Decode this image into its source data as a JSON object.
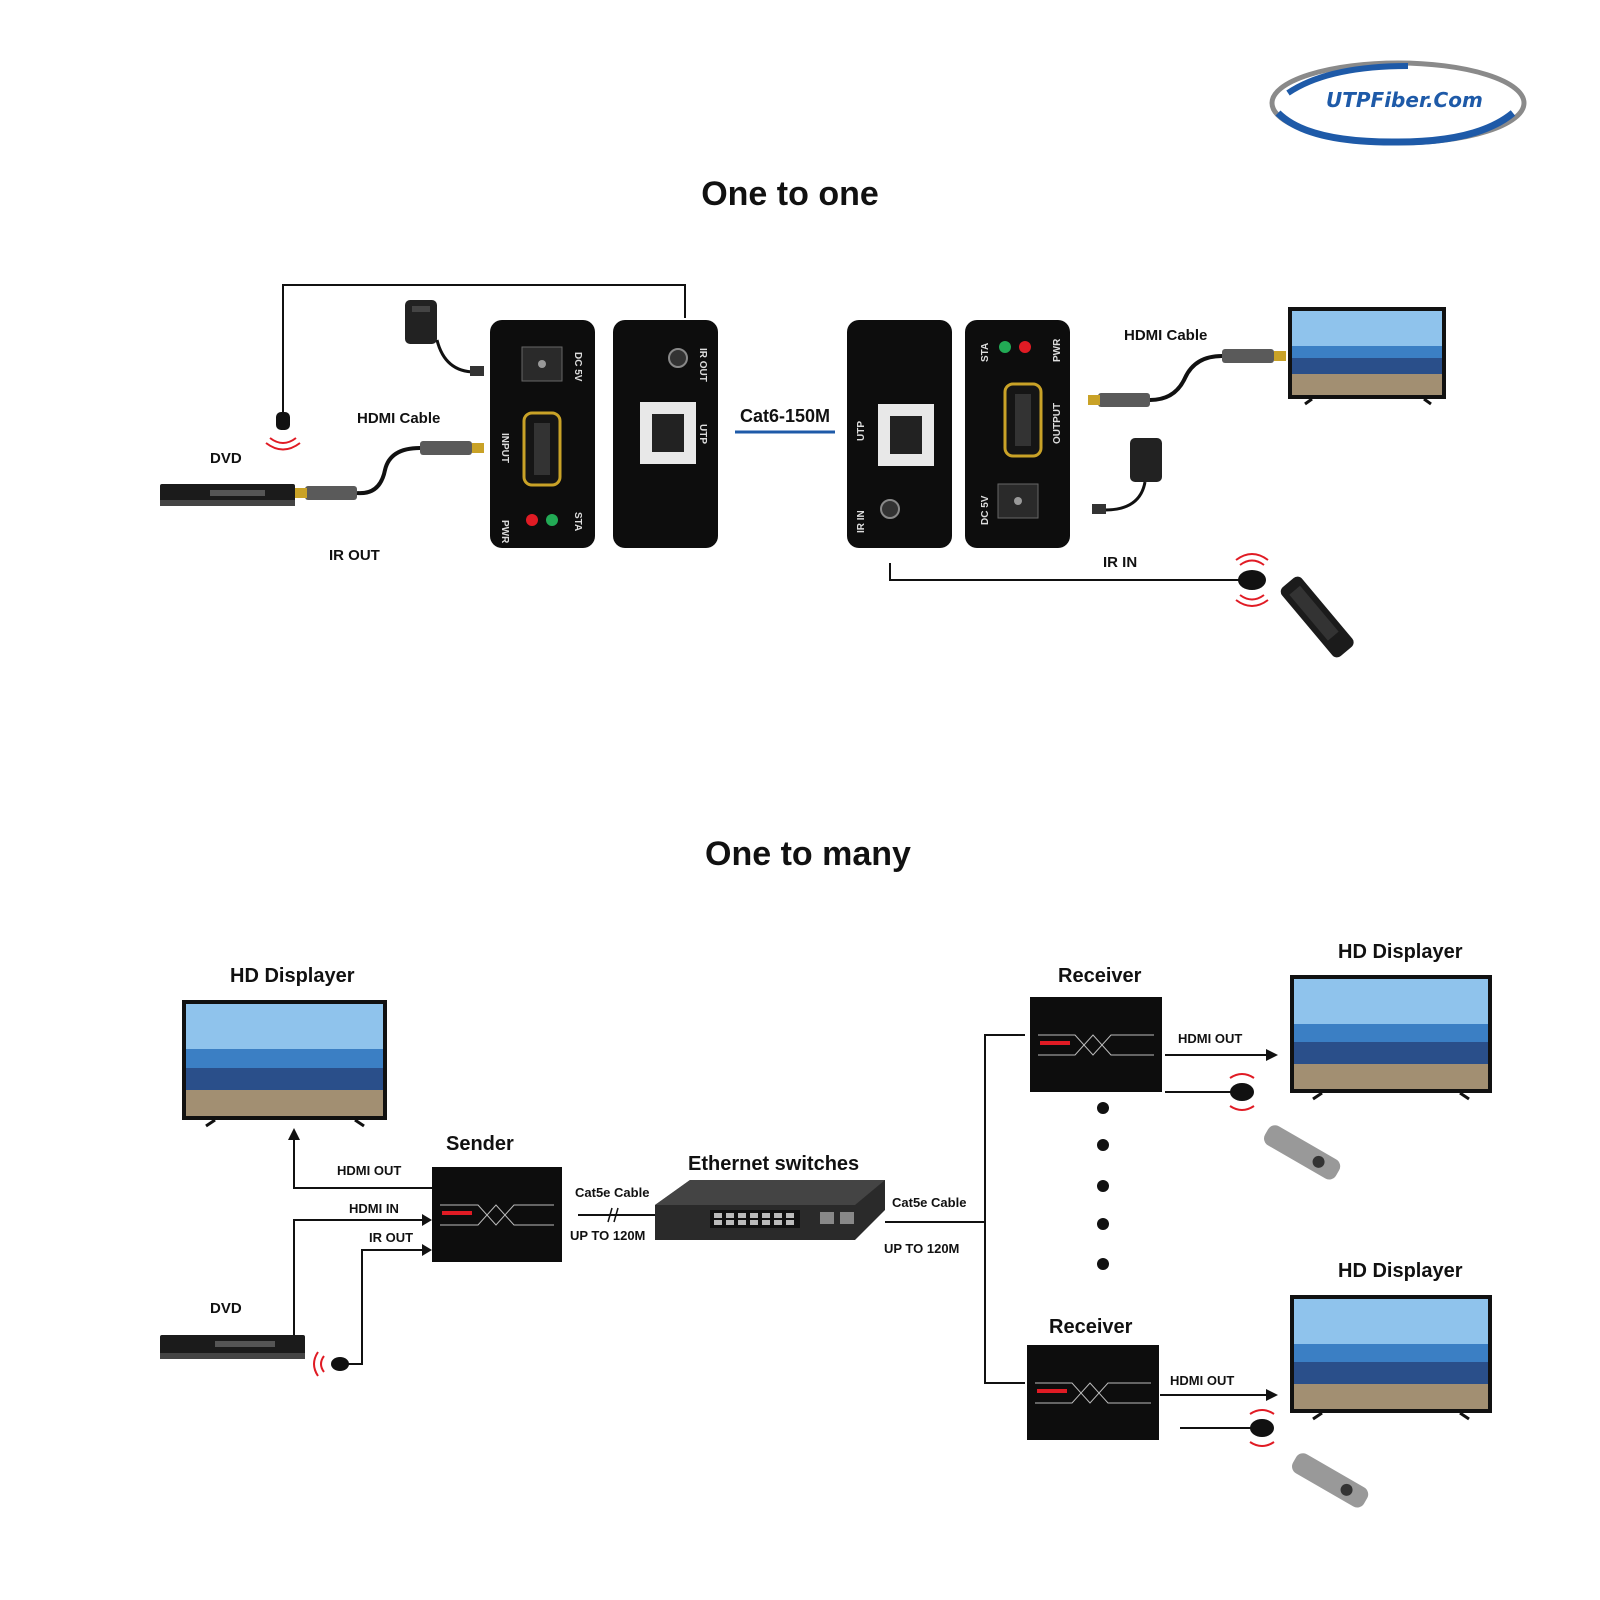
{
  "logo": {
    "text": "UTPFiber.Com"
  },
  "section1": {
    "title": "One to one",
    "dvd_label": "DVD",
    "hdmi_cable_left": "HDMI Cable",
    "ir_out_label": "IR OUT",
    "cat6_label": "Cat6-150M",
    "hdmi_cable_right": "HDMI Cable",
    "ir_in_label": "IR IN",
    "tx_power_labels": [
      "DC 5V",
      "PWR",
      "STA",
      "INPUT"
    ],
    "tx_right_labels": [
      "IR OUT",
      "UTP"
    ],
    "rx_left_labels": [
      "UTP",
      "IR IN"
    ],
    "rx_power_labels": [
      "STA",
      "PWR",
      "OUTPUT",
      "DC 5V"
    ]
  },
  "section2": {
    "title": "One to many",
    "hd_displayer_left": "HD Displayer",
    "sender_label": "Sender",
    "hdmi_out_label": "HDMI OUT",
    "hdmi_in_label": "HDMI IN",
    "ir_out_label": "IR OUT",
    "dvd_label": "DVD",
    "cat5e_left": "Cat5e Cable",
    "upto_left": "UP TO 120M",
    "switch_label": "Ethernet switches",
    "cat5e_right": "Cat5e Cable",
    "upto_right": "UP TO 120M",
    "receiver_top": "Receiver",
    "receiver_bottom": "Receiver",
    "hd_displayer_top": "HD Displayer",
    "hd_displayer_bottom": "HD Displayer",
    "hdmi_out_top": "HDMI OUT",
    "hdmi_out_bottom": "HDMI OUT"
  },
  "colors": {
    "accent_blue": "#1e5aa8",
    "led_red": "#e01b24",
    "led_green": "#22aa55",
    "device_black": "#0d0d0d"
  }
}
